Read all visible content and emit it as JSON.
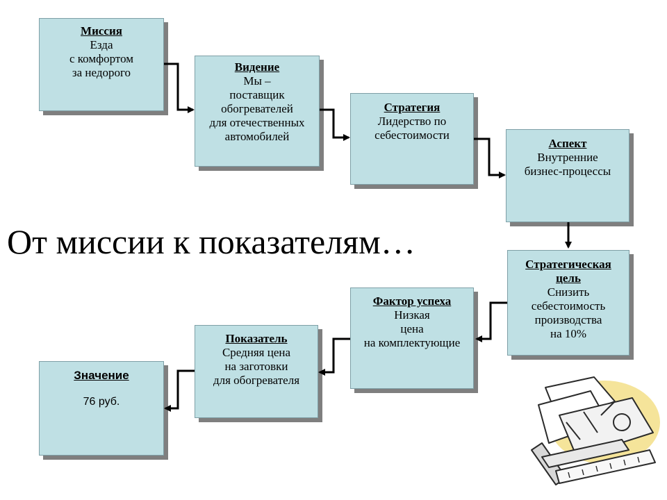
{
  "headline": "От миссии к показателям…",
  "boxes": {
    "mission": {
      "title": "Миссия",
      "lines": [
        "Езда",
        "с комфортом",
        "за недорого"
      ]
    },
    "vision": {
      "title": "Видение",
      "lines": [
        "Мы –",
        "поставщик",
        "обогревателей",
        "для отечественных",
        "автомобилей"
      ]
    },
    "strategy": {
      "title": "Стратегия",
      "lines": [
        "Лидерство по",
        "себестоимости"
      ]
    },
    "aspect": {
      "title": "Аспект",
      "lines": [
        "Внутренние",
        "бизнес-процессы"
      ]
    },
    "goal": {
      "title": "Стратегическая",
      "title2": "цель",
      "lines": [
        "Снизить",
        "себестоимость",
        "производства",
        "на 10%"
      ]
    },
    "success": {
      "title": "Фактор успеха",
      "lines": [
        "Низкая",
        "цена",
        "на комплектующие"
      ]
    },
    "indicator": {
      "title": "Показатель",
      "lines": [
        "Средняя цена",
        "на заготовки",
        "для обогревателя"
      ]
    },
    "value": {
      "title": "Значение",
      "lines": [
        "76 руб."
      ]
    }
  },
  "colors": {
    "box_fill": "#bfe0e4",
    "box_shadow": "#7f7f7f",
    "connector": "#000000"
  },
  "icons": [
    "drafting-tools-clipart-icon"
  ]
}
